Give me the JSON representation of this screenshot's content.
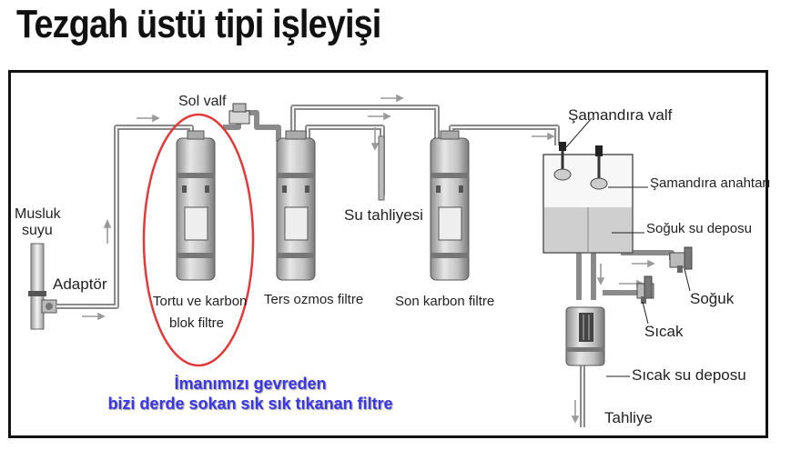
{
  "title": "Tezgah üstü tipi işleyişi",
  "labels": {
    "musluk_suyu_1": "Musluk",
    "musluk_suyu_2": "suyu",
    "adaptor": "Adaptör",
    "sol_valf": "Sol valf",
    "filter1_1": "Tortu ve karbon",
    "filter1_2": "blok filtre",
    "filter2": "Ters ozmos filtre",
    "su_tahliyesi": "Su tahliyesi",
    "filter3": "Son karbon filtre",
    "samandira_valf": "Şamandıra valf",
    "samandira_anahtari": "Şamandıra anahtarı",
    "soguk_su_deposu": "Soğuk su deposu",
    "soguk": "Soğuk",
    "sicak": "Sıcak",
    "sicak_su_deposu": "Sıcak su deposu",
    "tahliye": "Tahliye"
  },
  "annotation": {
    "line1": "İmanımızı gevreden",
    "line2": "bizi derde sokan sık sık tıkanan filtre",
    "color": "#3b37e6",
    "highlight_color": "#e23a3a"
  }
}
